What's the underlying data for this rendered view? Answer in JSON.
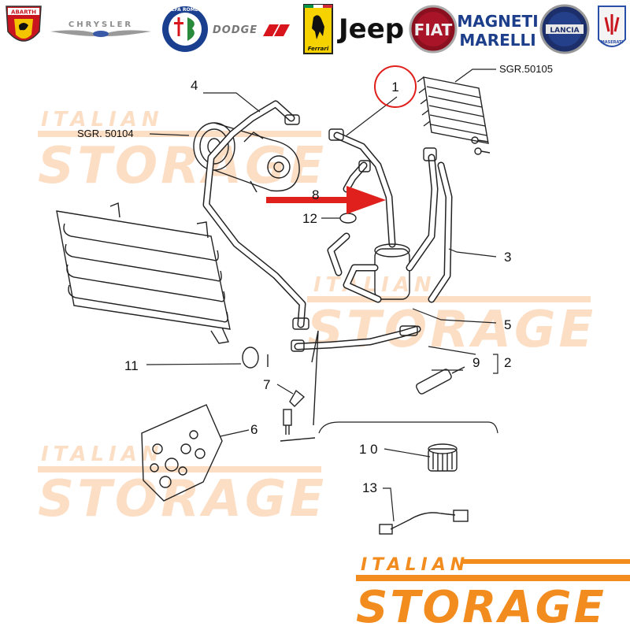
{
  "brands": {
    "abarth": "ABARTH",
    "chrysler": "CHRYSLER",
    "alfa_romeo": "ALFA ROMEO",
    "dodge": "DODGE",
    "ferrari": "Ferrari",
    "jeep": "Jeep",
    "fiat": "FIAT",
    "magneti_marelli_line1": "MAGNETI",
    "magneti_marelli_line2": "MARELLI",
    "lancia": "LANCIA",
    "maserati": "MASERATI"
  },
  "references": {
    "evaporator": "SGR.50105",
    "compressor": "SGR. 50104"
  },
  "callouts": {
    "c1": "1",
    "c2": "2",
    "c3": "3",
    "c4": "4",
    "c5": "5",
    "c6": "6",
    "c7": "7",
    "c8": "8",
    "c9": "9",
    "c10": "1 0",
    "c11": "11",
    "c12": "12",
    "c13": "13"
  },
  "watermark": {
    "line1": "ITALIAN",
    "line2": "STORAGE",
    "color": "#f7a35c"
  },
  "brand_logo": {
    "line1": "ITALIAN",
    "line2": "STORAGE",
    "color": "#f28c1e"
  },
  "highlight": {
    "circle_color": "#e0201c",
    "arrow_color": "#e0201c"
  }
}
